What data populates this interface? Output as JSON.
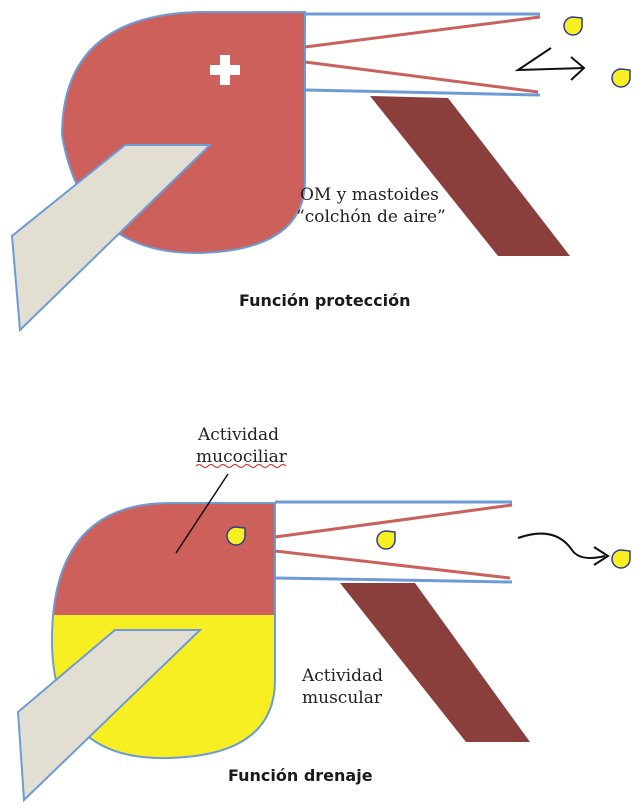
{
  "colors": {
    "middle_ear": "#cd605a",
    "tube_wall": "#6d9bd6",
    "tube_line": "#c9615d",
    "muscle": "#8b3f3c",
    "bone": "#e2dfd2",
    "fluid": "#f8ef22",
    "drop": "#f8ef22",
    "drop_outline": "#2e3d8a"
  },
  "panel_protection": {
    "label_line1": "OM y mastoides",
    "label_line2": "“colchón de aire”",
    "caption": "Función protección",
    "plus_symbol": "+"
  },
  "panel_drainage": {
    "label_top_line1": "Actividad",
    "label_top_line2": "mucociliar",
    "label_bottom_line1": "Actividad",
    "label_bottom_line2": "muscular",
    "caption": "Función drenaje"
  }
}
